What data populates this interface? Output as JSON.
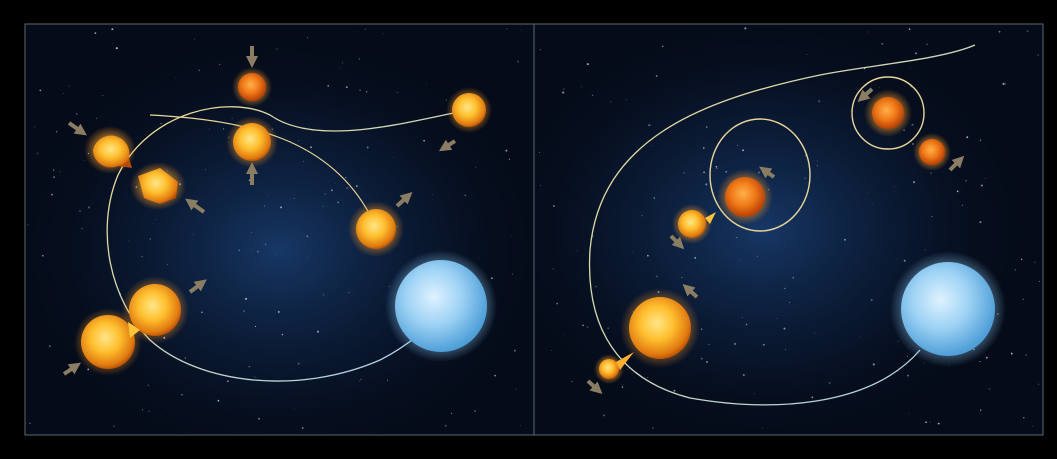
{
  "image": {
    "description_kind": "scientific illustration",
    "panels": [
      {
        "id": "left-panel",
        "stars": [
          {
            "id": "star-top-small",
            "kind": "yellow-star"
          },
          {
            "id": "star-top-center",
            "kind": "yellow-star"
          },
          {
            "id": "star-top-right",
            "kind": "yellow-star"
          },
          {
            "id": "star-left-upper",
            "kind": "yellow-star"
          },
          {
            "id": "star-left-distorted",
            "kind": "yellow-star"
          },
          {
            "id": "star-right-mid",
            "kind": "yellow-star"
          },
          {
            "id": "binary-upper",
            "kind": "yellow-star"
          },
          {
            "id": "binary-lower",
            "kind": "yellow-star"
          },
          {
            "id": "blue-star",
            "kind": "blue-star"
          }
        ]
      },
      {
        "id": "right-panel",
        "stars": [
          {
            "id": "star-top-circle",
            "kind": "yellow-star"
          },
          {
            "id": "star-top-right-small",
            "kind": "yellow-star"
          },
          {
            "id": "star-mid-circle",
            "kind": "yellow-star"
          },
          {
            "id": "star-mid-small",
            "kind": "yellow-star"
          },
          {
            "id": "star-lower-big",
            "kind": "yellow-star"
          },
          {
            "id": "star-lower-tiny",
            "kind": "yellow-star"
          },
          {
            "id": "blue-star",
            "kind": "blue-star"
          }
        ]
      }
    ],
    "colors": {
      "background": "#000000",
      "panel_bg": "#050b18",
      "nebula": "#1a3f73",
      "frame": "#5a6a70",
      "orbit": "#e9d69a",
      "orbit_blue": "#a8d2f0",
      "star_core": "#ffd24a",
      "star_edge": "#e07a10",
      "blue_star": "#8cc9f2",
      "arrow": "#8a7d64"
    }
  }
}
